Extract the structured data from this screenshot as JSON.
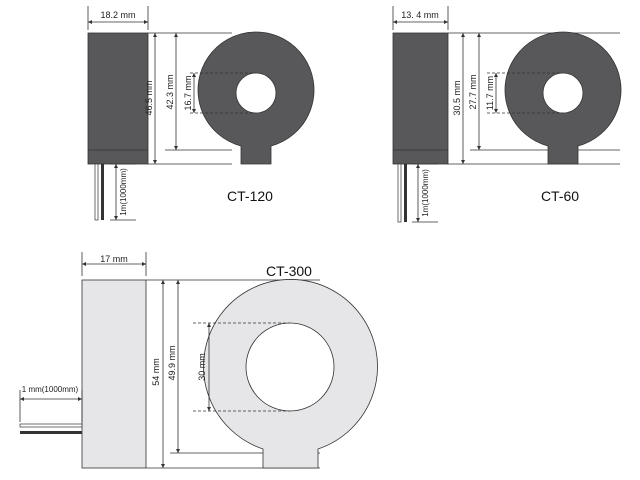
{
  "colors": {
    "ct_small_body": "#58585a",
    "ct_large_body": "#e6e6e8",
    "outline": "#333333",
    "background": "#ffffff"
  },
  "ct120": {
    "model": "CT-120",
    "width": "18.2 mm",
    "height": "46.5 mm",
    "inner_height": "42.3 mm",
    "hole": "16.7 mm",
    "cable": "1m(1000mm)"
  },
  "ct60": {
    "model": "CT-60",
    "width": "13. 4 mm",
    "height": "30.5 mm",
    "inner_height": "27.7 mm",
    "hole": "11.7 mm",
    "cable": "1m(1000mm)"
  },
  "ct300": {
    "model": "CT-300",
    "width": "17 mm",
    "height": "54 mm",
    "inner_height": "49.9 mm",
    "hole": "30 mm",
    "cable": "1 mm(1000mm)"
  }
}
